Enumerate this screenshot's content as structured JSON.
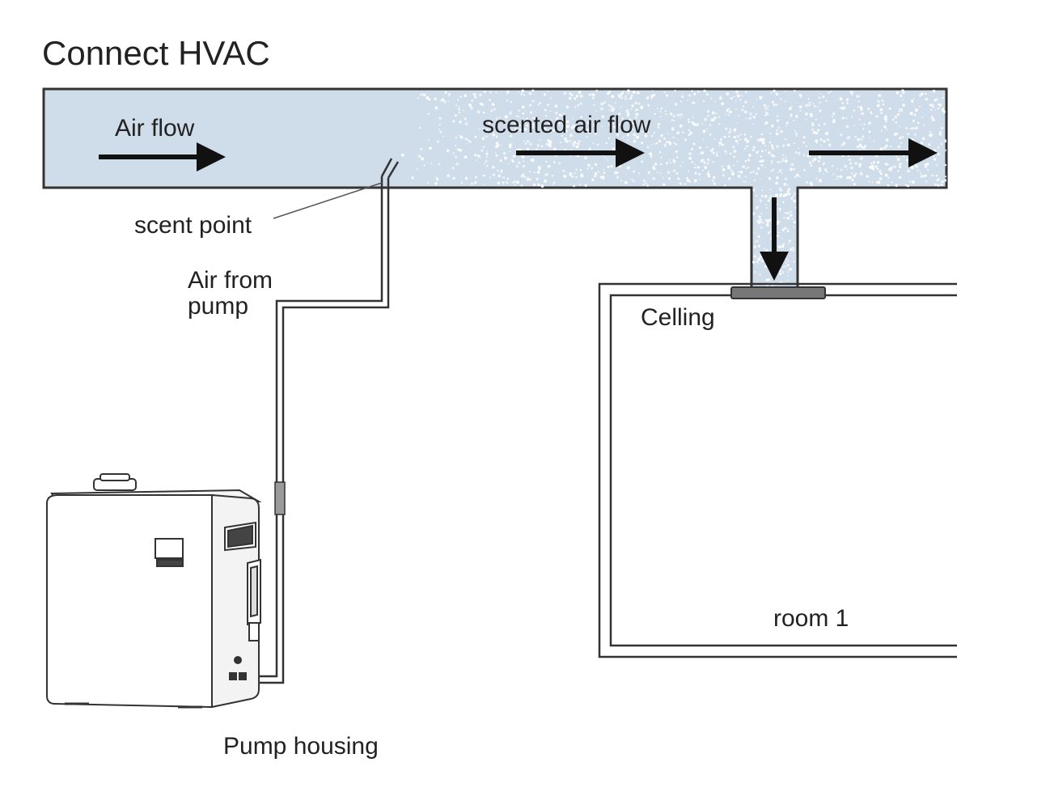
{
  "title": "Connect HVAC",
  "labels": {
    "air_flow": "Air flow",
    "scented_air_flow": "scented air flow",
    "scent_point": "scent point",
    "air_from_pump_line1": "Air from",
    "air_from_pump_line2": "pump",
    "ceiling": "Celling",
    "room": "room 1",
    "pump_housing": "Pump housing"
  },
  "colors": {
    "duct_fill": "#cfdce9",
    "outline": "#333333",
    "arrow": "#111111",
    "particles": "#ffffff",
    "vent": "#777777"
  },
  "icons": {
    "flow_arrow": "arrow-right-icon",
    "down_arrow": "arrow-down-icon",
    "device": "scent-diffuser-device"
  }
}
